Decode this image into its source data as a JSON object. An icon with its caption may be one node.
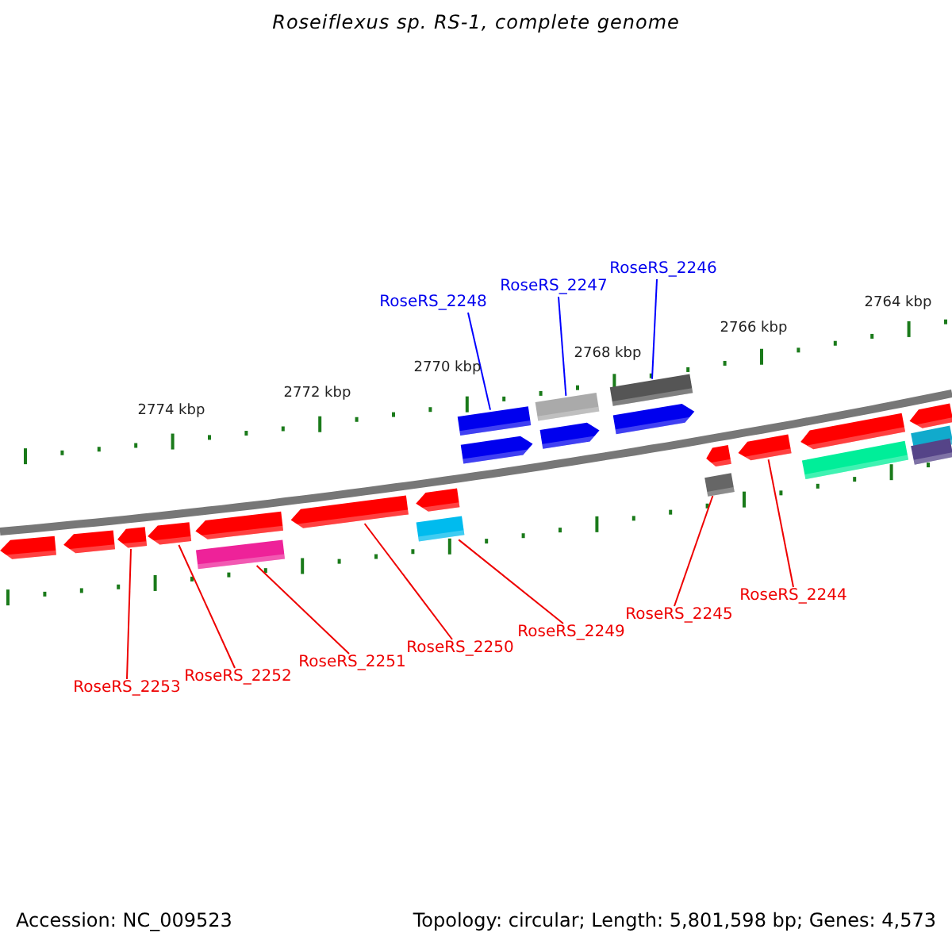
{
  "diagram": {
    "title": "Roseiflexus sp. RS-1, complete genome",
    "nodes": [
      {
        "text": [
          "RoseRS_2248"
        ]
      },
      {
        "text": [
          "RoseRS_2247"
        ]
      },
      {
        "text": [
          "RoseRS_2246"
        ]
      },
      {
        "text": [
          "RoseRS_2253"
        ]
      },
      {
        "text": [
          "RoseRS_2252"
        ]
      },
      {
        "text": [
          "RoseRS_2251"
        ]
      },
      {
        "text": [
          "RoseRS_2250"
        ]
      },
      {
        "text": [
          "RoseRS_2249"
        ]
      },
      {
        "text": [
          "RoseRS_2245"
        ]
      },
      {
        "text": [
          "RoseRS_2244"
        ]
      },
      {
        "text": [],
        "shape": "box"
      },
      {
        "text": [],
        "shape": "box"
      },
      {
        "text": [],
        "shape": "box"
      },
      {
        "text": [],
        "shape": "arrow"
      },
      {
        "text": [],
        "shape": "arrow"
      },
      {
        "text": [],
        "shape": "box"
      },
      {
        "text": [],
        "shape": "arrow"
      },
      {
        "text": [],
        "shape": "box"
      },
      {
        "text": [],
        "shape": "box"
      },
      {
        "text": [],
        "shape": "arrow"
      },
      {
        "text": [],
        "shape": "arrow"
      },
      {
        "text": [],
        "shape": "arrow"
      },
      {
        "text": [],
        "shape": "arrow"
      },
      {
        "text": [],
        "shape": "arrow"
      },
      {
        "text": [],
        "shape": "arrow"
      },
      {
        "text": [],
        "shape": "arrow"
      },
      {
        "text": [],
        "shape": "arrow"
      },
      {
        "text": [],
        "shape": "box"
      },
      {
        "text": [],
        "shape": "box"
      },
      {
        "text": [],
        "shape": "box"
      },
      {
        "text": [],
        "shape": "arrow"
      },
      {
        "text": [],
        "shape": "arrow"
      },
      {
        "text": [],
        "shape": "arrow"
      }
    ],
    "edges": [
      {
        "from": 0,
        "to": 10,
        "arrow": "none",
        "color": "#0000ff"
      },
      {
        "from": 1,
        "to": 11,
        "arrow": "none",
        "color": "#0000ff"
      },
      {
        "from": 2,
        "to": 12,
        "arrow": "none",
        "color": "#0000ff"
      },
      {
        "from": 3,
        "to": 13,
        "arrow": "none"
      },
      {
        "from": 4,
        "to": 14,
        "arrow": "none"
      },
      {
        "from": 5,
        "to": 15,
        "arrow": "none"
      },
      {
        "from": 6,
        "to": 16,
        "arrow": "none"
      },
      {
        "from": 7,
        "to": 17,
        "arrow": "none"
      },
      {
        "from": 8,
        "to": 18,
        "arrow": "none"
      },
      {
        "from": 9,
        "to": 19,
        "arrow": "none"
      }
    ],
    "labels": [
      "2764 kbp",
      "2766 kbp",
      "2768 kbp",
      "2770 kbp",
      "2772 kbp",
      "2774 kbp",
      "Accession: NC_009523",
      "Topology: circular; Length: 5,801,598 bp; Genes: 4,573"
    ]
  }
}
